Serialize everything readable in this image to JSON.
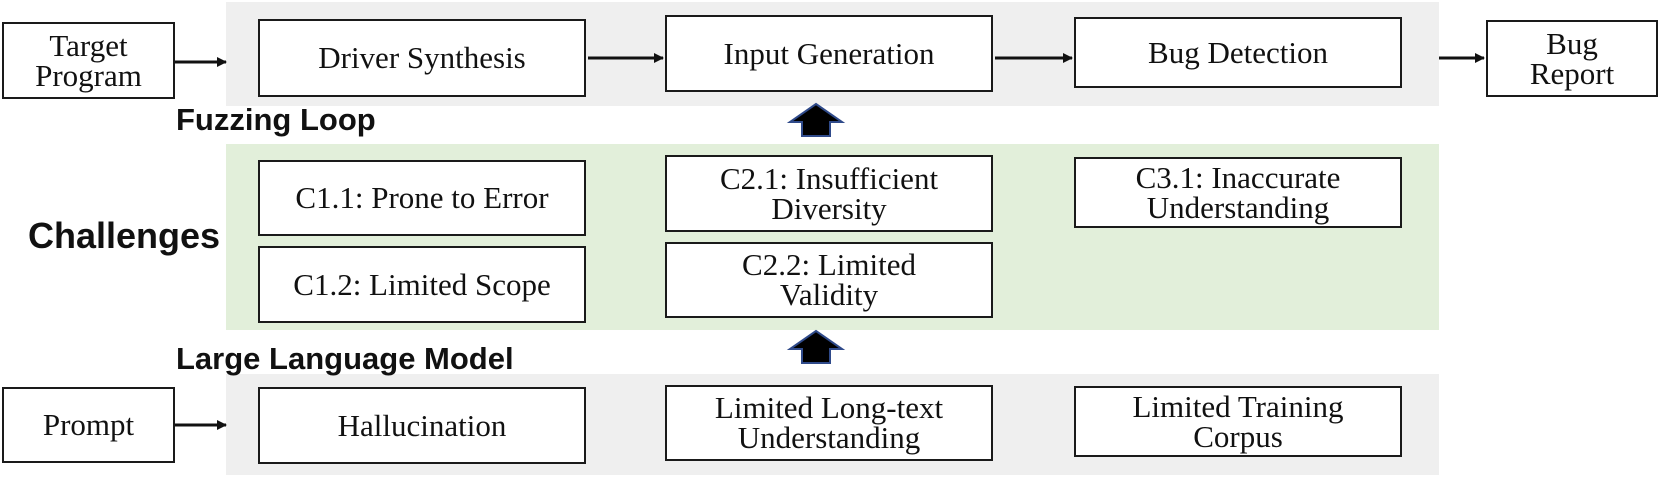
{
  "colors": {
    "loop_band": "#efefef",
    "challenge_band": "#e2efda",
    "llm_band": "#efefef",
    "up_arrow_fill": "#000000",
    "up_arrow_stroke": "#2f4a8a"
  },
  "labels": {
    "fuzzing_loop": "Fuzzing Loop",
    "challenges": "Challenges",
    "large_language_model": "Large Language Model"
  },
  "loop": {
    "target_program": "Target\nProgram",
    "driver_synthesis": "Driver Synthesis",
    "input_generation": "Input Generation",
    "bug_detection": "Bug Detection",
    "bug_report": "Bug\nReport"
  },
  "challenges": {
    "c1_1": "C1.1: Prone to Error",
    "c1_2": "C1.2: Limited Scope",
    "c2_1": "C2.1: Insufficient\nDiversity",
    "c2_2": "C2.2: Limited\nValidity",
    "c3_1": "C3.1: Inaccurate\nUnderstanding"
  },
  "llm": {
    "prompt": "Prompt",
    "hallucination": "Hallucination",
    "long_text": "Limited Long-text\nUnderstanding",
    "training_corpus": "Limited Training\nCorpus"
  }
}
